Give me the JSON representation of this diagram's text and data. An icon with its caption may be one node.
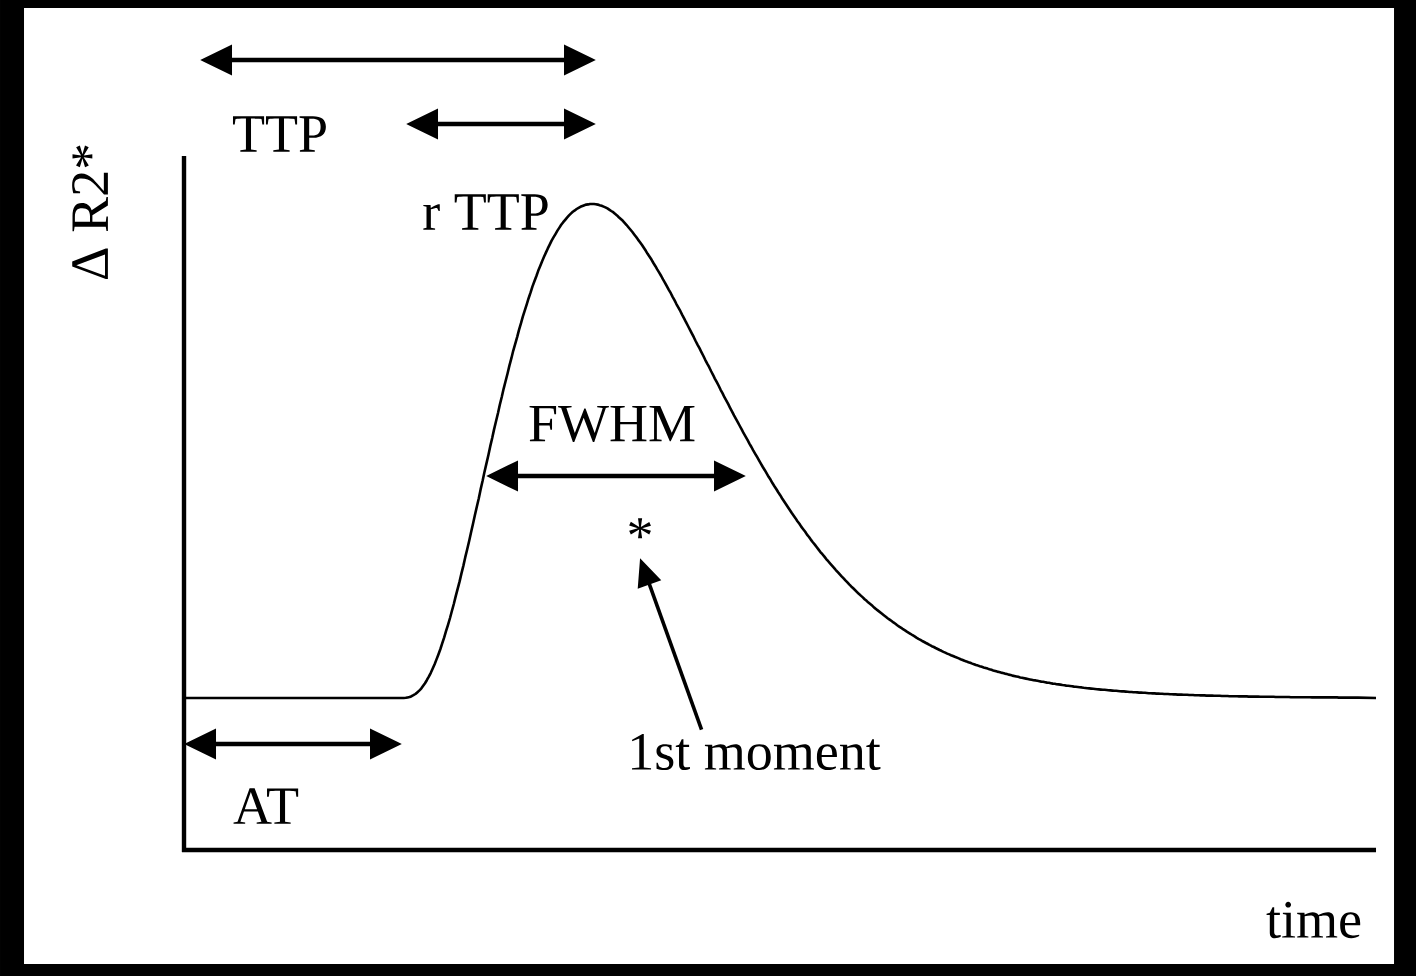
{
  "diagram": {
    "nodes": [
      {
        "text": [
          "*"
        ]
      },
      {
        "text": [
          "1st moment"
        ]
      }
    ],
    "edges": [
      {
        "from": 1,
        "to": 0,
        "arrow": "to"
      }
    ],
    "labels": [
      "TTP",
      "Δ R2*",
      "r TTP",
      "FWHM",
      "AT",
      "time"
    ]
  }
}
